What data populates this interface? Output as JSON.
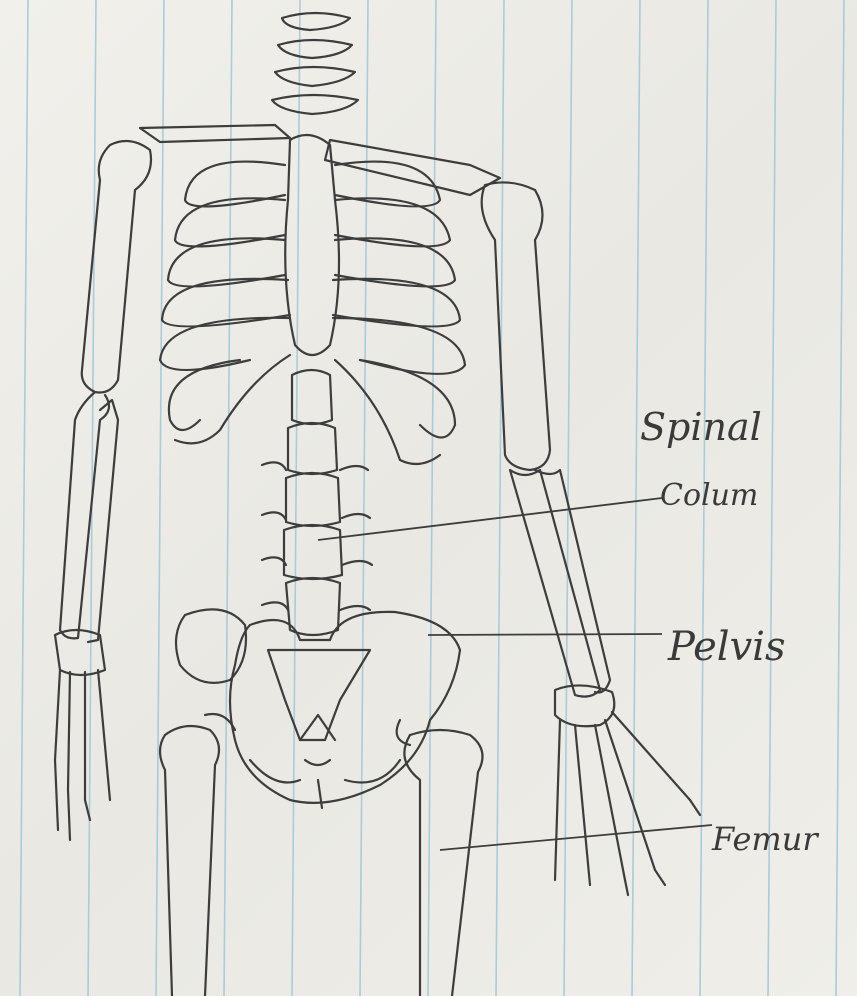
{
  "labels": {
    "spinal": "Spinal",
    "column": "Colum",
    "pelvis": "Pelvis",
    "femur": "Femur"
  },
  "colors": {
    "paper": "#efeee9",
    "rule_line": "#9fc6d8",
    "pencil": "#3d3d3d"
  }
}
